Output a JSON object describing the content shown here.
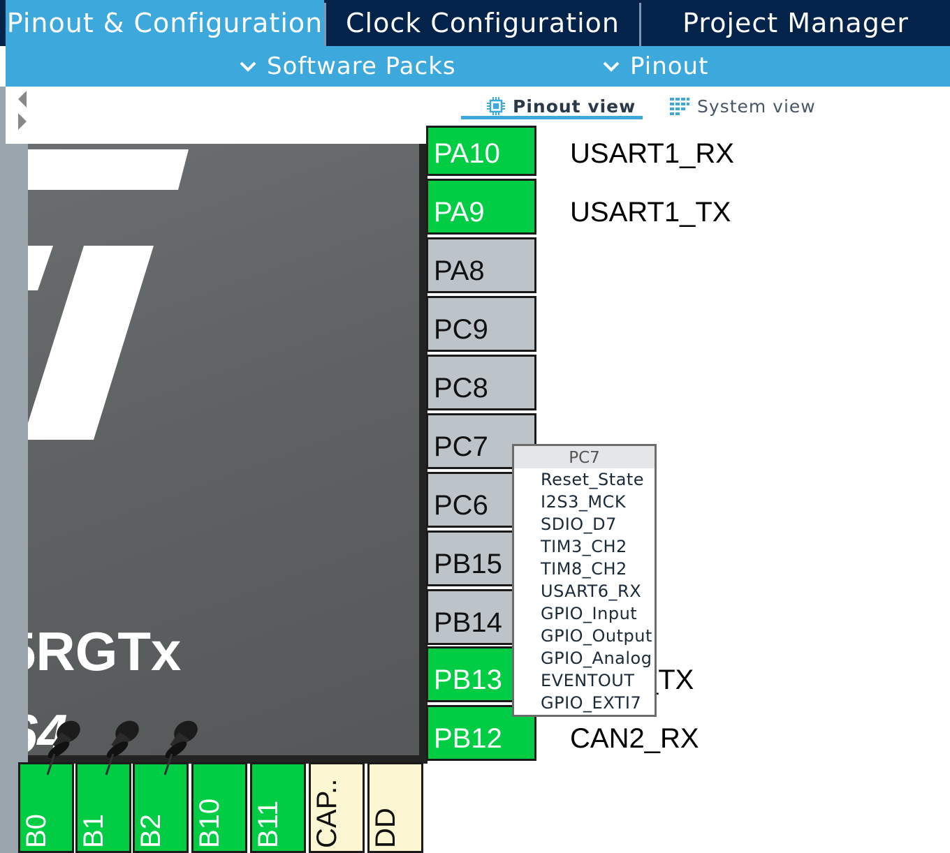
{
  "tabs": [
    {
      "label": "Pinout & Configuration",
      "active": true
    },
    {
      "label": "Clock Configuration",
      "active": false
    },
    {
      "label": "Project Manager",
      "active": false
    }
  ],
  "submenus": [
    {
      "label": "Software Packs",
      "icon": "chevron-down-icon"
    },
    {
      "label": "Pinout",
      "icon": "chevron-down-icon"
    }
  ],
  "views": {
    "pinout": {
      "label": "Pinout view",
      "icon": "chip-icon",
      "active": true
    },
    "system": {
      "label": "System view",
      "icon": "grid-icon",
      "active": false
    }
  },
  "chip": {
    "part_fragment": "5RGTx",
    "package_fragment": "64",
    "logo": "ST"
  },
  "right_pins": [
    {
      "name": "PA10",
      "state": "configured",
      "signal": "USART1_RX"
    },
    {
      "name": "PA9",
      "state": "configured",
      "signal": "USART1_TX"
    },
    {
      "name": "PA8",
      "state": "unused",
      "signal": ""
    },
    {
      "name": "PC9",
      "state": "unused",
      "signal": ""
    },
    {
      "name": "PC8",
      "state": "unused",
      "signal": ""
    },
    {
      "name": "PC7",
      "state": "unused",
      "signal": ""
    },
    {
      "name": "PC6",
      "state": "unused",
      "signal": ""
    },
    {
      "name": "PB15",
      "state": "unused",
      "signal": ""
    },
    {
      "name": "PB14",
      "state": "unused",
      "signal": ""
    },
    {
      "name": "PB13",
      "state": "configured",
      "signal": "_TX"
    },
    {
      "name": "PB12",
      "state": "configured",
      "signal": "CAN2_RX"
    }
  ],
  "bottom_pins": [
    {
      "name": "B0",
      "state": "configured",
      "pinned": true
    },
    {
      "name": "B1",
      "state": "configured",
      "pinned": true
    },
    {
      "name": "B2",
      "state": "configured",
      "pinned": true
    },
    {
      "name": "B10",
      "state": "configured",
      "pinned": false
    },
    {
      "name": "B11",
      "state": "configured",
      "pinned": false
    },
    {
      "name": "CAP..",
      "state": "power",
      "pinned": false
    },
    {
      "name": "DD",
      "state": "power",
      "pinned": false
    }
  ],
  "popup": {
    "title": "PC7",
    "items": [
      "Reset_State",
      "I2S3_MCK",
      "SDIO_D7",
      "TIM3_CH2",
      "TIM8_CH2",
      "USART6_RX",
      "GPIO_Input",
      "GPIO_Output",
      "GPIO_Analog",
      "EVENTOUT",
      "GPIO_EXTI7"
    ]
  },
  "colors": {
    "tab_bar": "#03234b",
    "accent": "#3ca8dc",
    "pin_configured": "#00cc44",
    "pin_unused": "#bcc4c9",
    "pin_power": "#fdf6d2"
  }
}
